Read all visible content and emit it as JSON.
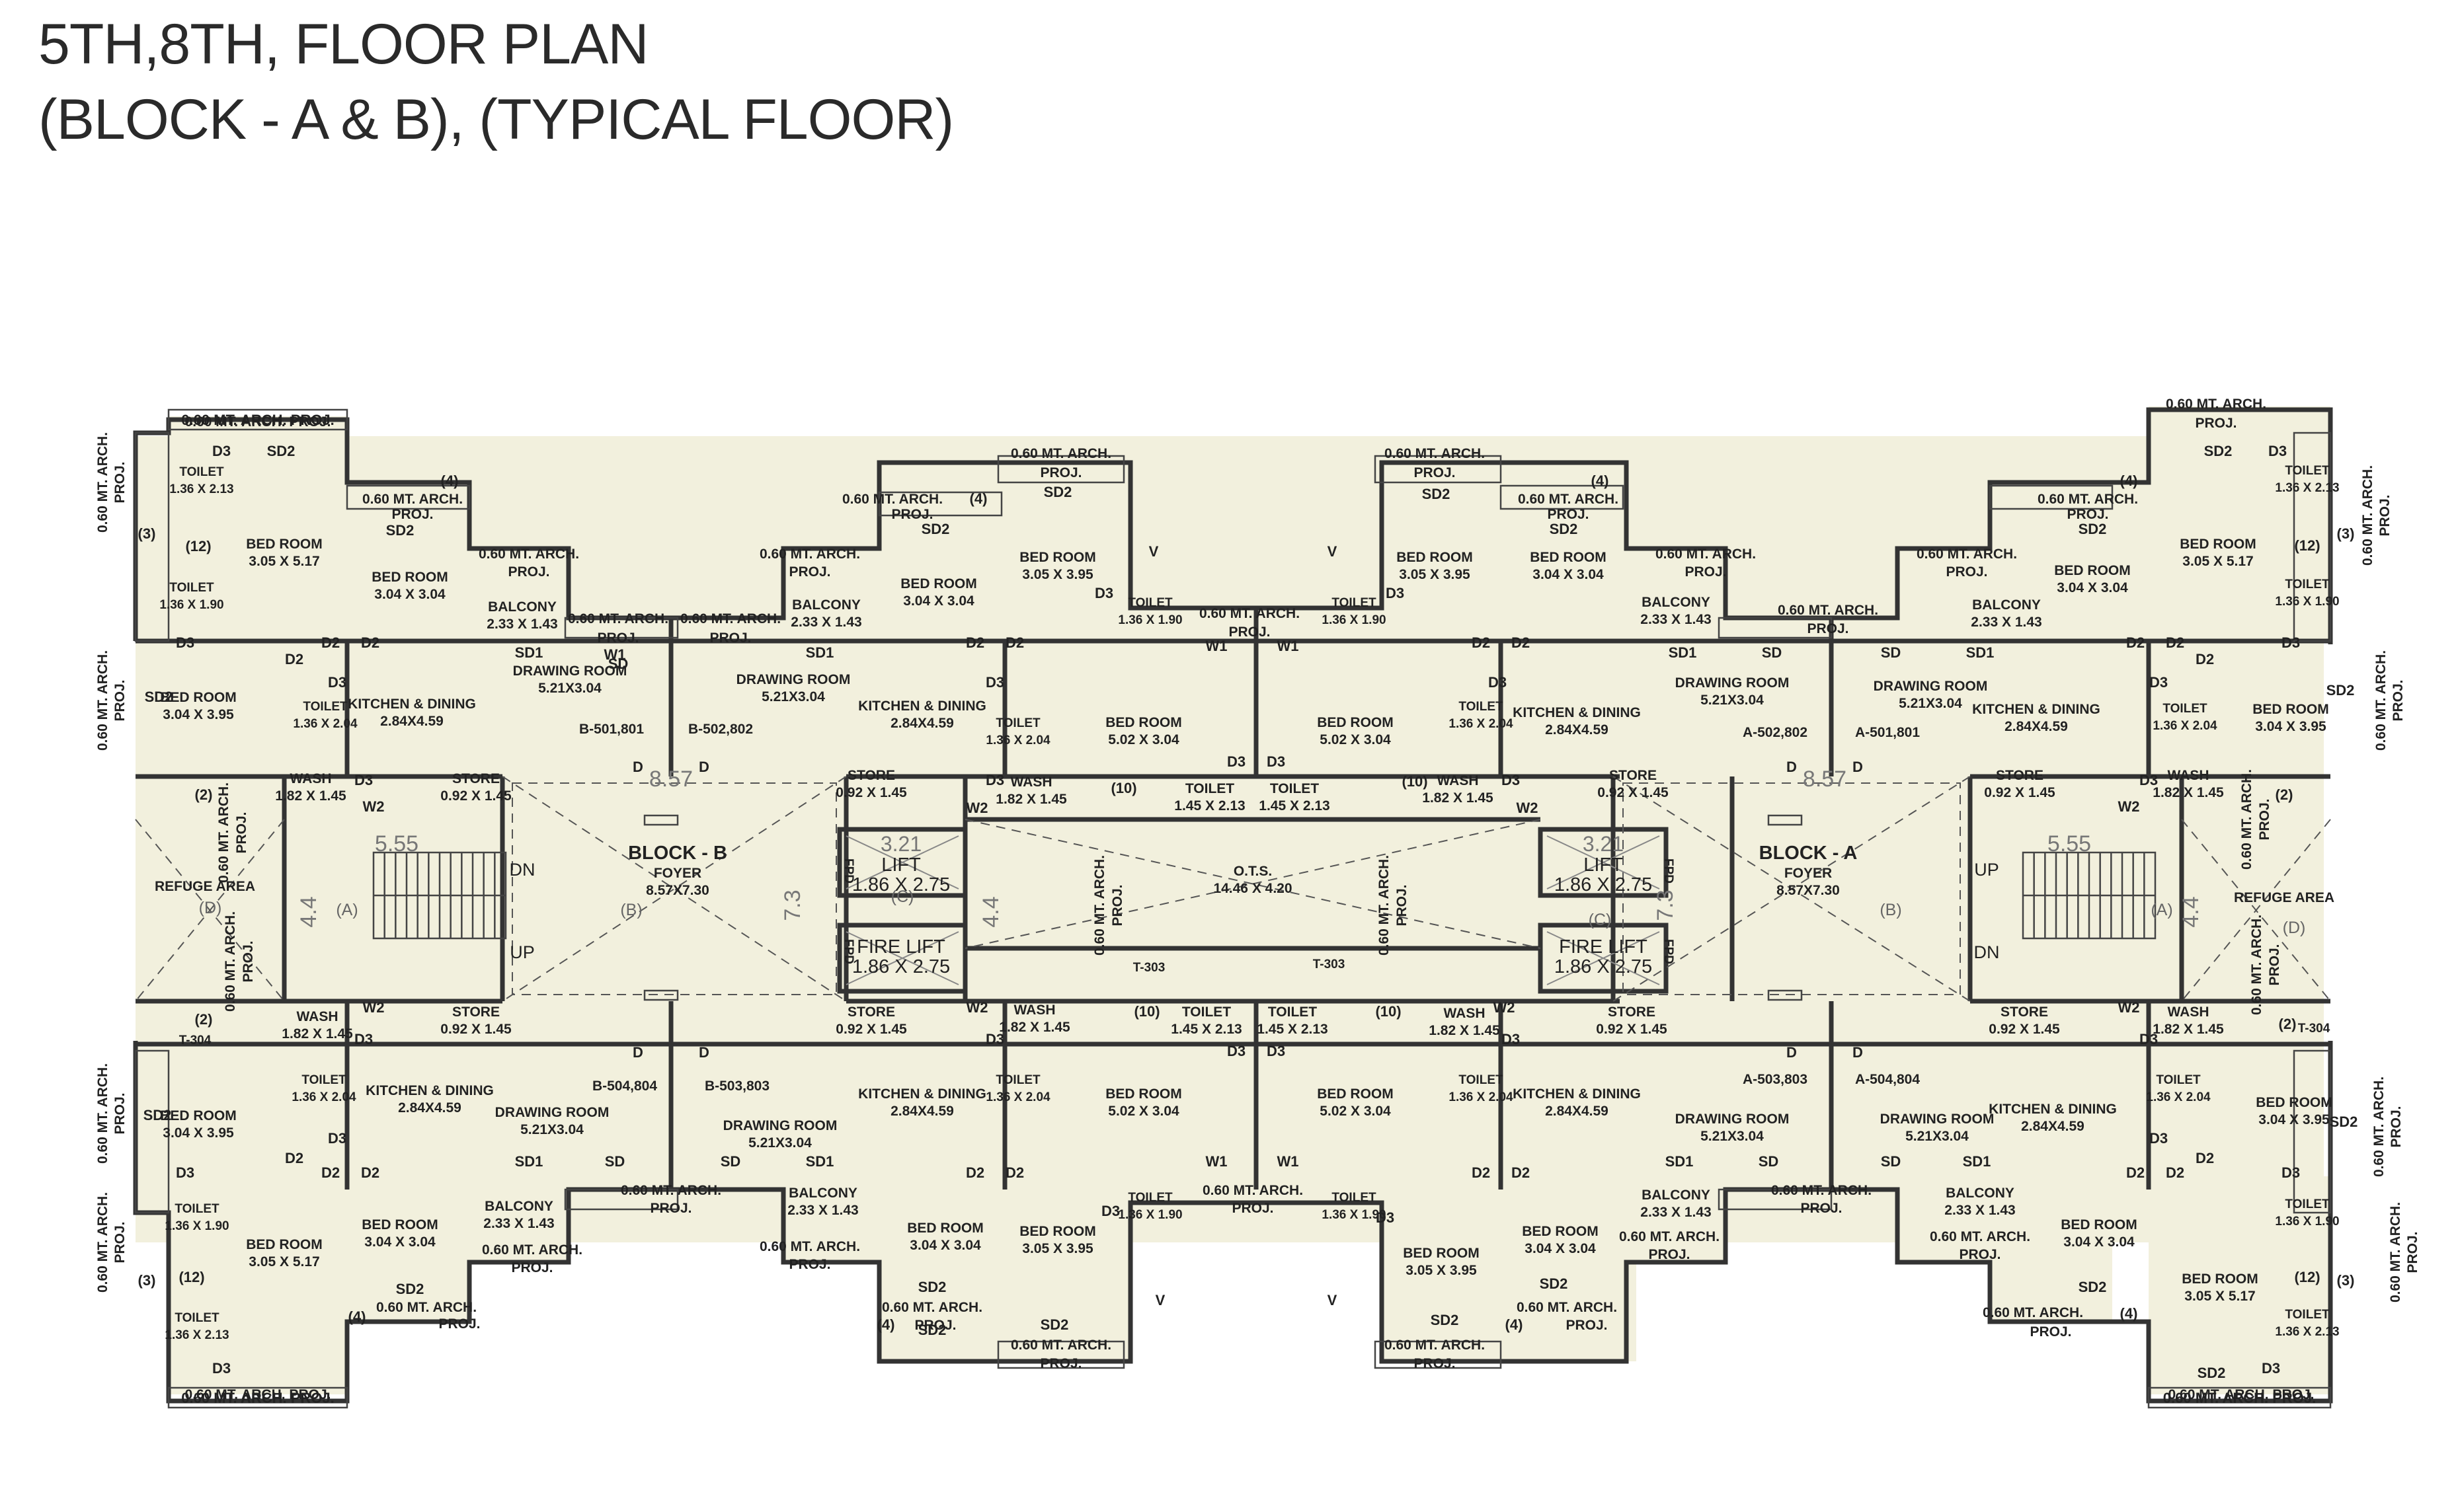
{
  "title_line1": "5TH,8TH, FLOOR PLAN",
  "title_line2": "(BLOCK - A & B), (TYPICAL FLOOR)",
  "colors": {
    "room_fill": "#f2f0dd",
    "wall": "#333333",
    "text": "#222222"
  },
  "labels": {
    "arch": "0.60 MT. ARCH.",
    "arch_proj": "0.60 MT. ARCH. PROJ.",
    "proj": "PROJ.",
    "sd2": "SD2",
    "d3": "D3",
    "d2": "D2",
    "d": "D",
    "sd": "SD",
    "sd1": "SD1",
    "w1": "W1",
    "w2": "W2",
    "v": "V",
    "toilet": "TOILET",
    "bed_room": "BED ROOM",
    "balcony": "BALCONY",
    "kitchen": "KITCHEN & DINING",
    "drawing": "DRAWING ROOM",
    "wash": "WASH",
    "store": "STORE",
    "refuge": "REFUGE AREA",
    "lift": "LIFT",
    "fire_lift": "FIRE LIFT",
    "fpd": "FPD",
    "ots": "O.T.S.",
    "foyer": "FOYER",
    "block_b": "BLOCK - B",
    "block_a": "BLOCK - A",
    "up": "UP",
    "dn": "DN",
    "t303": "T-303",
    "t304": "T-304",
    "n2": "(2)",
    "n3": "(3)",
    "n4": "(4)",
    "n10": "(10)",
    "n12": "(12)",
    "cA": "(A)",
    "cB": "(B)",
    "cC": "(C)",
    "cD": "(D)"
  },
  "dims": {
    "toilet_a": "1.36 X 2.13",
    "toilet_b": "1.36 X 1.90",
    "toilet_c": "1.36 X 2.04",
    "toilet_d": "1.45 X 2.13",
    "bed_big": "3.05 X 5.17",
    "bed_304": "3.04 X 3.04",
    "bed_305": "3.05 X 3.95",
    "bed_3043": "3.04 X 3.95",
    "bed_502": "5.02 X 3.04",
    "balcony": "2.33 X 1.43",
    "kitchen": "2.84X4.59",
    "drawing": "5.21X3.04",
    "wash": "1.82 X 1.45",
    "store": "0.92 X 1.45",
    "lift": "1.86 X 2.75",
    "ots": "14.46 X 4.20",
    "foyer": "8.57X7.30",
    "d857": "8.57",
    "d555": "5.55",
    "d44": "4.4",
    "d73": "7.3",
    "d321": "3.21"
  },
  "flats": {
    "b501": "B-501,801",
    "b502": "B-502,802",
    "b503": "B-503,803",
    "b504": "B-504,804",
    "a501": "A-501,801",
    "a502": "A-502,802",
    "a503": "A-503,803",
    "a504": "A-504,804"
  }
}
